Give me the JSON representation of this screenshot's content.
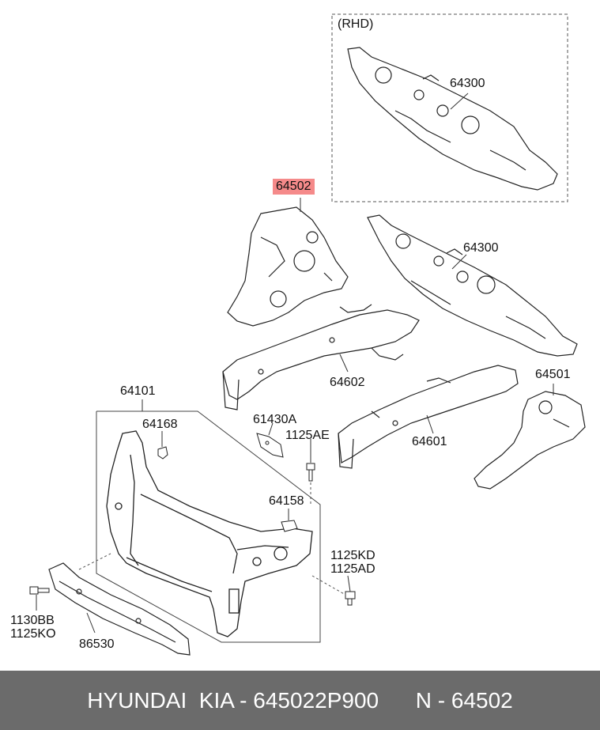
{
  "labels": {
    "rhd": "(RHD)",
    "p64300_rhd": "64300",
    "p64502": "64502",
    "p64300": "64300",
    "p64602": "64602",
    "p64101": "64101",
    "p64168": "64168",
    "p61430a": "61430A",
    "p1125ae": "1125AE",
    "p64601": "64601",
    "p64501": "64501",
    "p64158": "64158",
    "p1125kd": "1125KD",
    "p1125ad": "1125AD",
    "p1130bb": "1130BB",
    "p1125ko": "1125KO",
    "p86530": "86530"
  },
  "highlight_color": "#f58a8a",
  "footer": {
    "text": "HYUNDAI  KIA - 645022P900      N - 64502"
  }
}
